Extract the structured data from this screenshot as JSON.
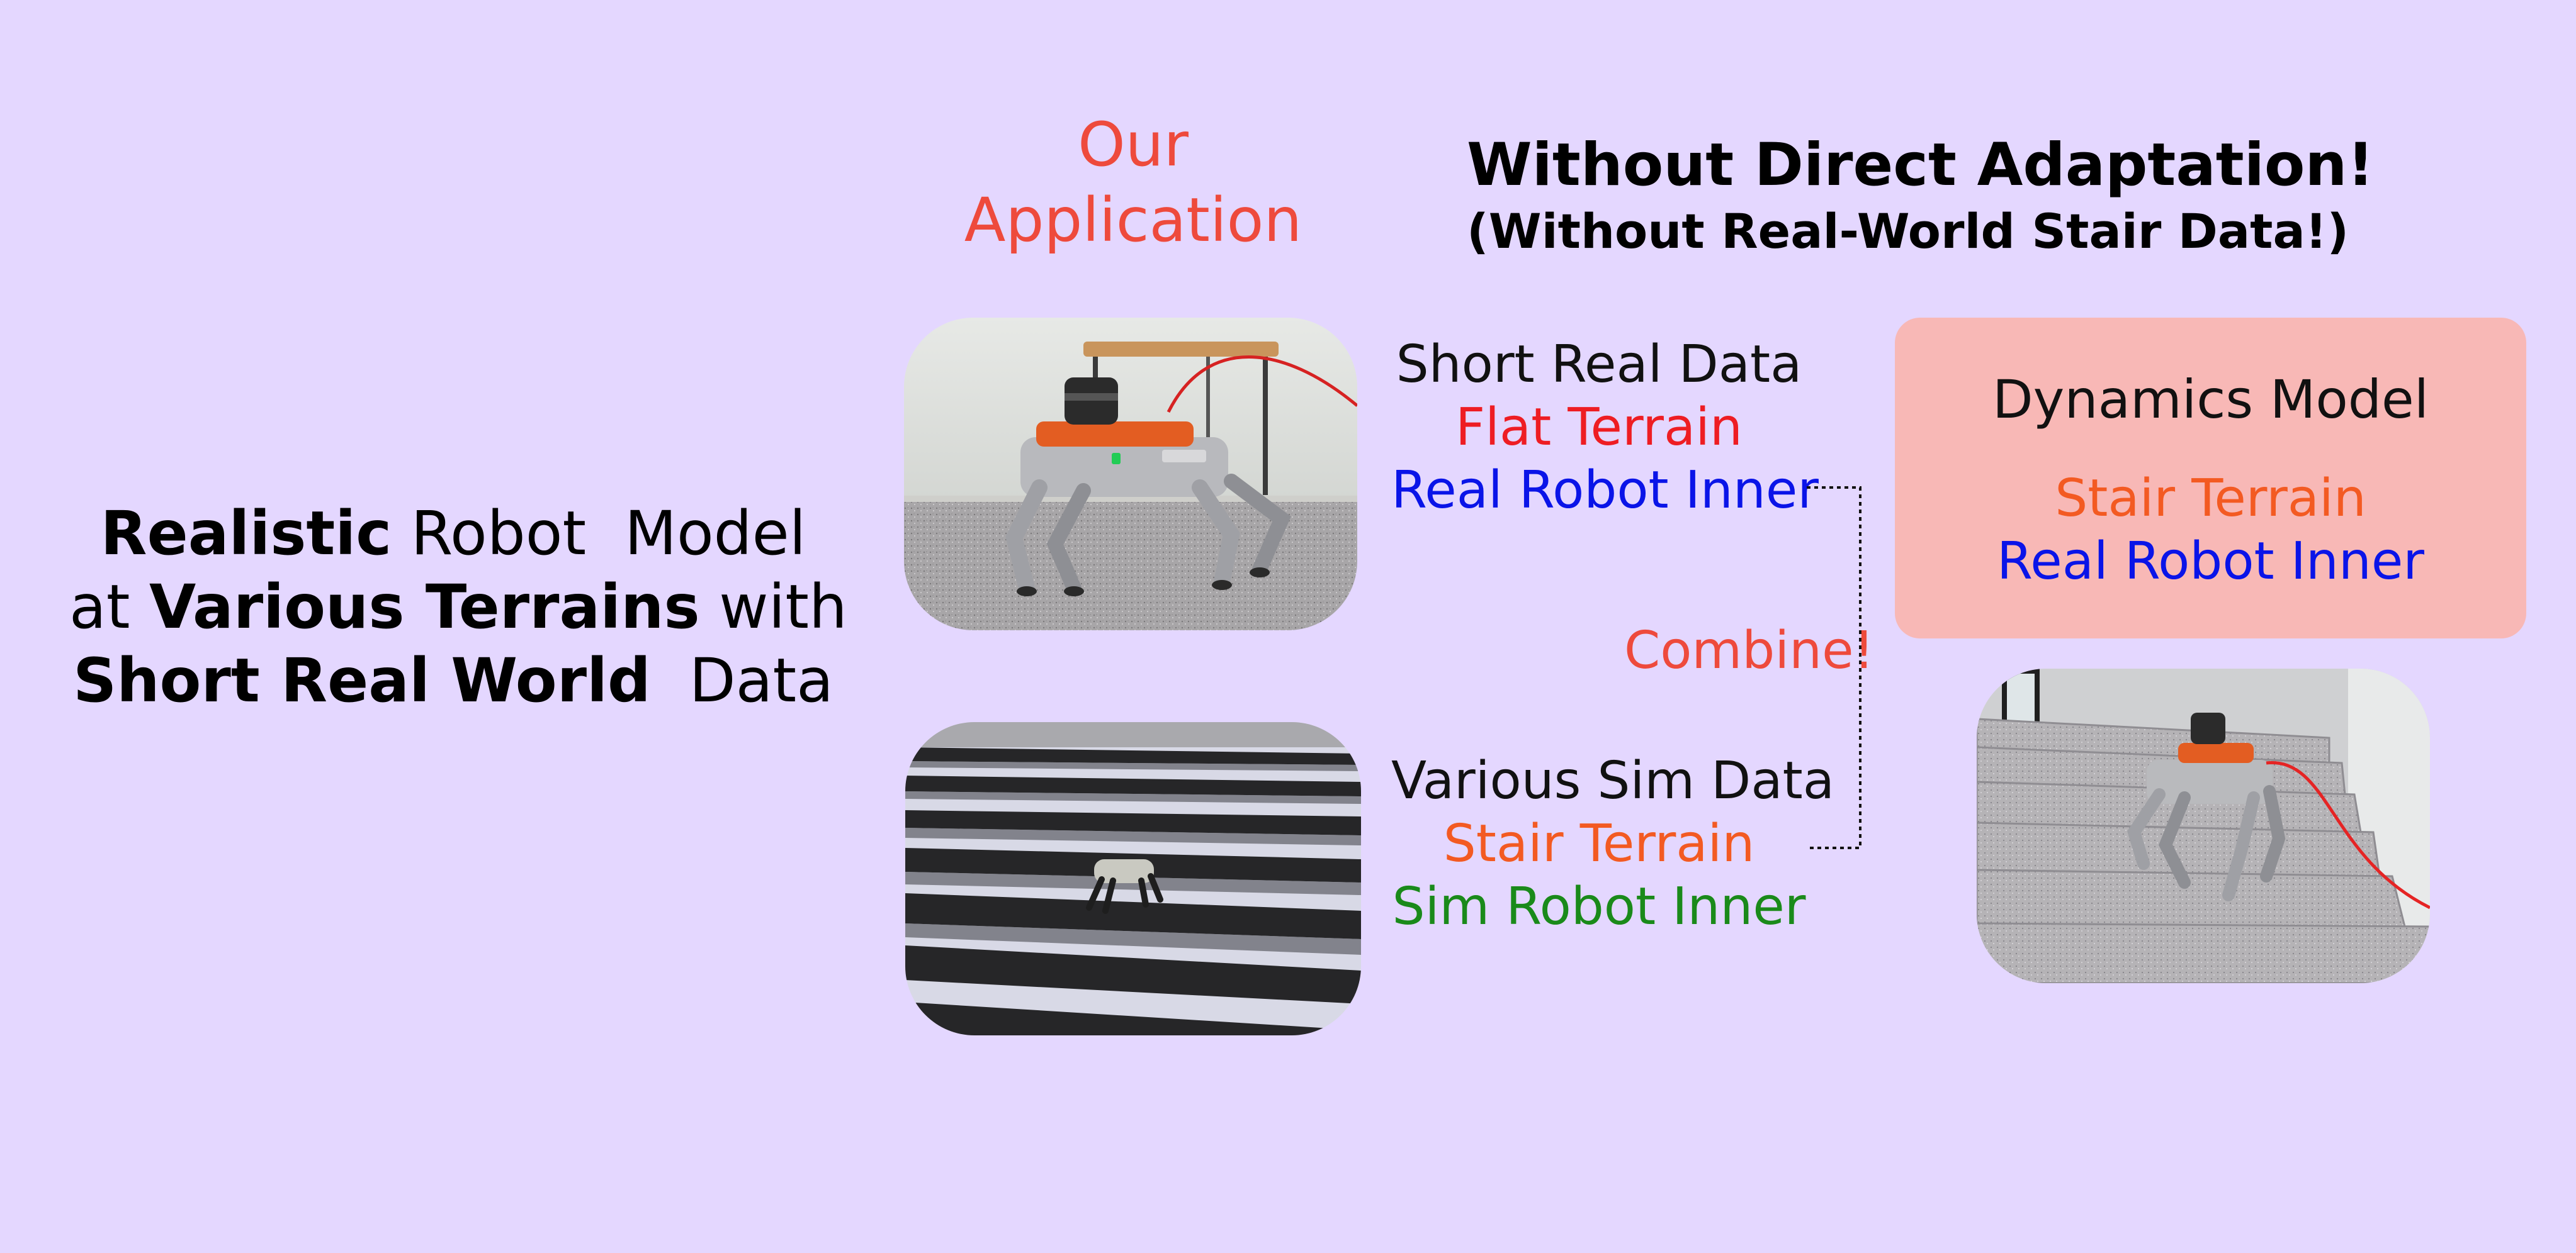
{
  "left_statement": {
    "line1_bold": "Realistic",
    "line1_rest": " Robot  Model",
    "line2_pre": "at ",
    "line2_bold": "Various Terrains",
    "line2_rest": " with",
    "line3_bold": "Short Real World",
    "line3_rest": "  Data"
  },
  "app_title": {
    "line1": "Our",
    "line2": "Application"
  },
  "headline": {
    "main": "Without Direct Adaptation!",
    "sub": "(Without Real-World Stair Data!)"
  },
  "real_data": {
    "label": "Short Real Data",
    "terrain": "Flat Terrain",
    "inner": "Real Robot Inner"
  },
  "sim_data": {
    "label": "Various Sim Data",
    "terrain": "Stair Terrain",
    "inner": "Sim Robot Inner"
  },
  "combine_label": "Combine!",
  "dynamics_model": {
    "title": "Dynamics Model",
    "terrain": "Stair Terrain",
    "inner": "Real Robot Inner"
  },
  "photos": {
    "real": "real-robot-flat-floor-photo",
    "sim": "sim-robot-stair-terrain-render",
    "stairs": "real-robot-stairs-photo"
  },
  "colors": {
    "background": "#e4d7ff",
    "title_red": "#ee4a3c",
    "flat_red": "#ee1d23",
    "blue": "#0a14e8",
    "orange": "#f35a22",
    "green": "#1a8a1a",
    "dyn_box": "#f8b8b6"
  }
}
